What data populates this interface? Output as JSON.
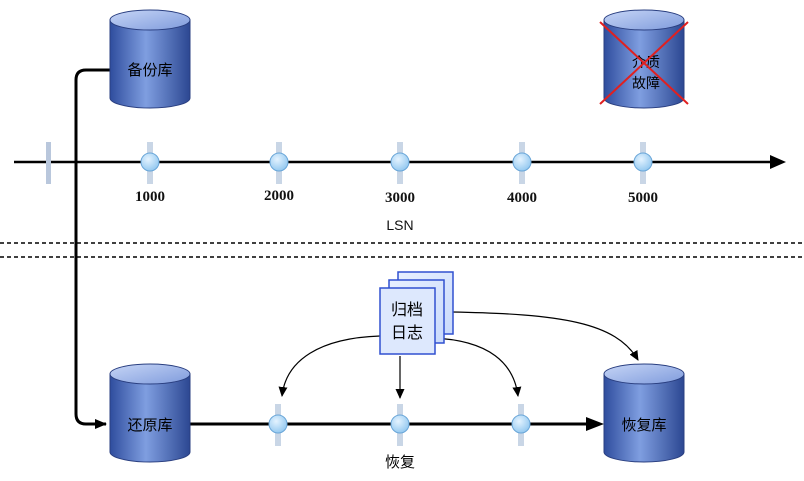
{
  "timeline": {
    "ticks": [
      "1000",
      "2000",
      "3000",
      "4000",
      "5000"
    ],
    "axis_label": "LSN"
  },
  "backup_db": {
    "label": "备份库"
  },
  "failure_db": {
    "line1": "介质",
    "line2": "故障"
  },
  "restore_db": {
    "label": "还原库"
  },
  "recovered_db": {
    "label": "恢复库"
  },
  "archive_log": {
    "line1": "归档",
    "line2": "日志"
  },
  "recovery": {
    "label": "恢复"
  },
  "colors": {
    "cylinder_body": "#4f6fc0",
    "cylinder_top": "#9fb6ea",
    "node_fill": "#a8d4f5",
    "failure_cross": "#e02020",
    "line": "#000000"
  }
}
